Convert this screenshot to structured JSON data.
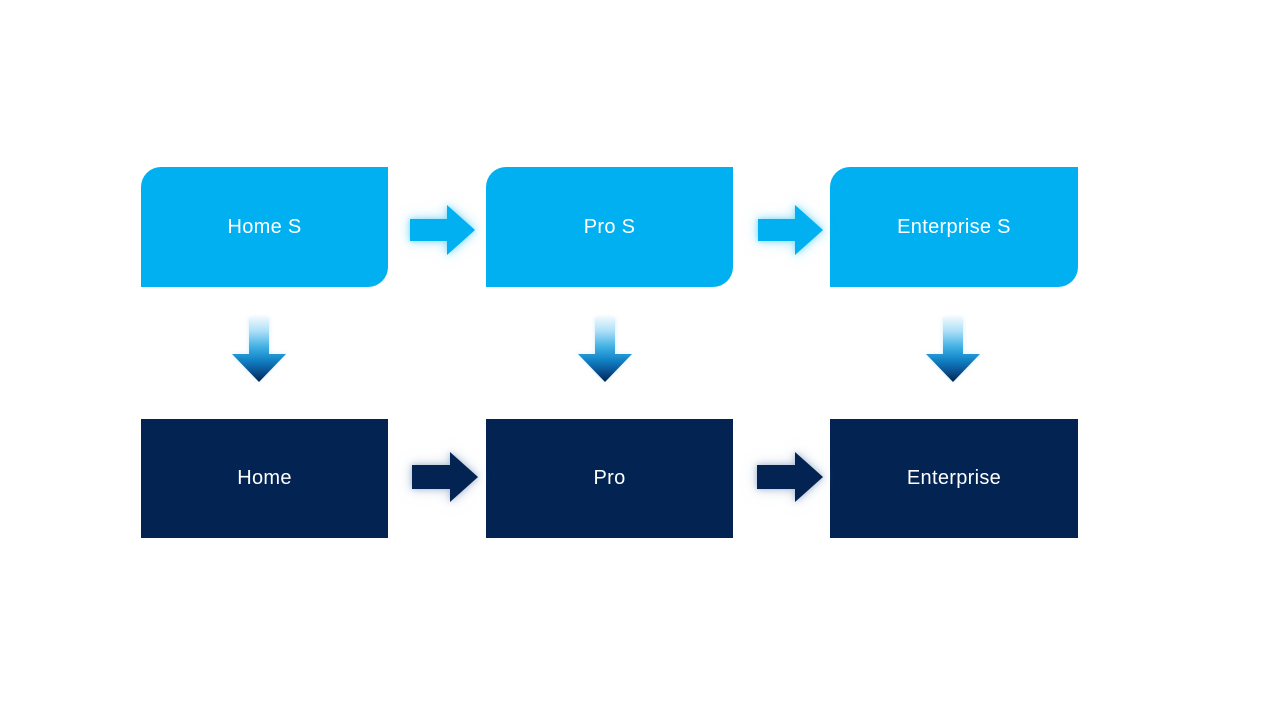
{
  "page": {
    "kind": "flow-diagram-slide",
    "background": "#ffffff"
  },
  "colors": {
    "top_box_fill": "#00b0f0",
    "bottom_box_fill": "#032453",
    "label_text": "#ffffff",
    "light_arrow_fill": "#00b0f0",
    "light_arrow_glow": "#7dd8f8",
    "dark_arrow_fill": "#032453",
    "dark_arrow_glow": "#a8b9d1",
    "down_arrow_gradient_top": "#eaf7fd",
    "down_arrow_gradient_mid": "#2da3dd",
    "down_arrow_gradient_bottom": "#02234f"
  },
  "icons": {
    "right_arrow": "right-arrow-icon",
    "down_arrow": "down-arrow-icon"
  },
  "top_row": {
    "items": [
      {
        "label": "Home S"
      },
      {
        "label": "Pro S"
      },
      {
        "label": "Enterprise S"
      }
    ]
  },
  "bottom_row": {
    "items": [
      {
        "label": "Home"
      },
      {
        "label": "Pro"
      },
      {
        "label": "Enterprise"
      }
    ]
  }
}
